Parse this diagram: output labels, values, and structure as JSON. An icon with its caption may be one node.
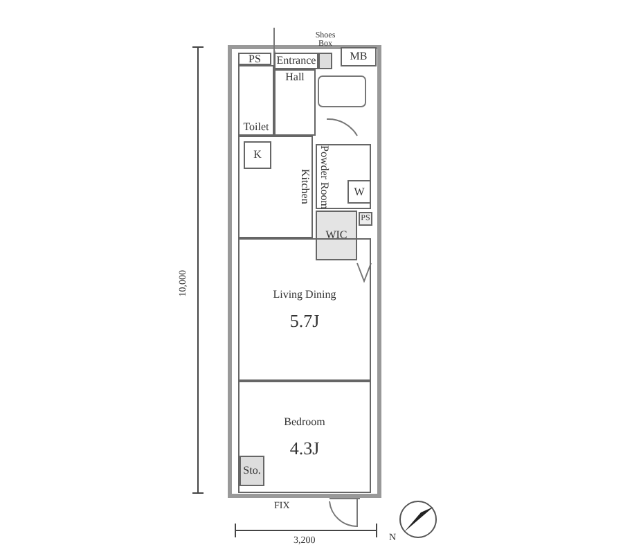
{
  "diagram": {
    "nodes": [
      {
        "text": [
          "PS"
        ]
      },
      {
        "text": [
          "Entrance"
        ]
      },
      {
        "text": [
          "Shoes Box"
        ]
      },
      {
        "text": [
          "MB"
        ]
      },
      {
        "text": [
          "Toilet"
        ]
      },
      {
        "text": [
          "Hall"
        ]
      },
      {
        "text": [
          "Kitchen"
        ]
      },
      {
        "text": [
          "K"
        ],
        "in": 6
      },
      {
        "text": [
          "Powder Room"
        ]
      },
      {
        "text": [
          "W"
        ],
        "in": 8
      },
      {
        "text": [
          "PS"
        ]
      },
      {
        "text": [
          "WIC"
        ]
      },
      {
        "text": [
          "Living Dining",
          "5.7J"
        ]
      },
      {
        "text": [
          "Bedroom",
          "4.3J"
        ]
      },
      {
        "text": [
          "Sto."
        ],
        "in": 13
      }
    ],
    "labels": [
      "10,000",
      "3,200",
      "FIX",
      "N"
    ]
  }
}
